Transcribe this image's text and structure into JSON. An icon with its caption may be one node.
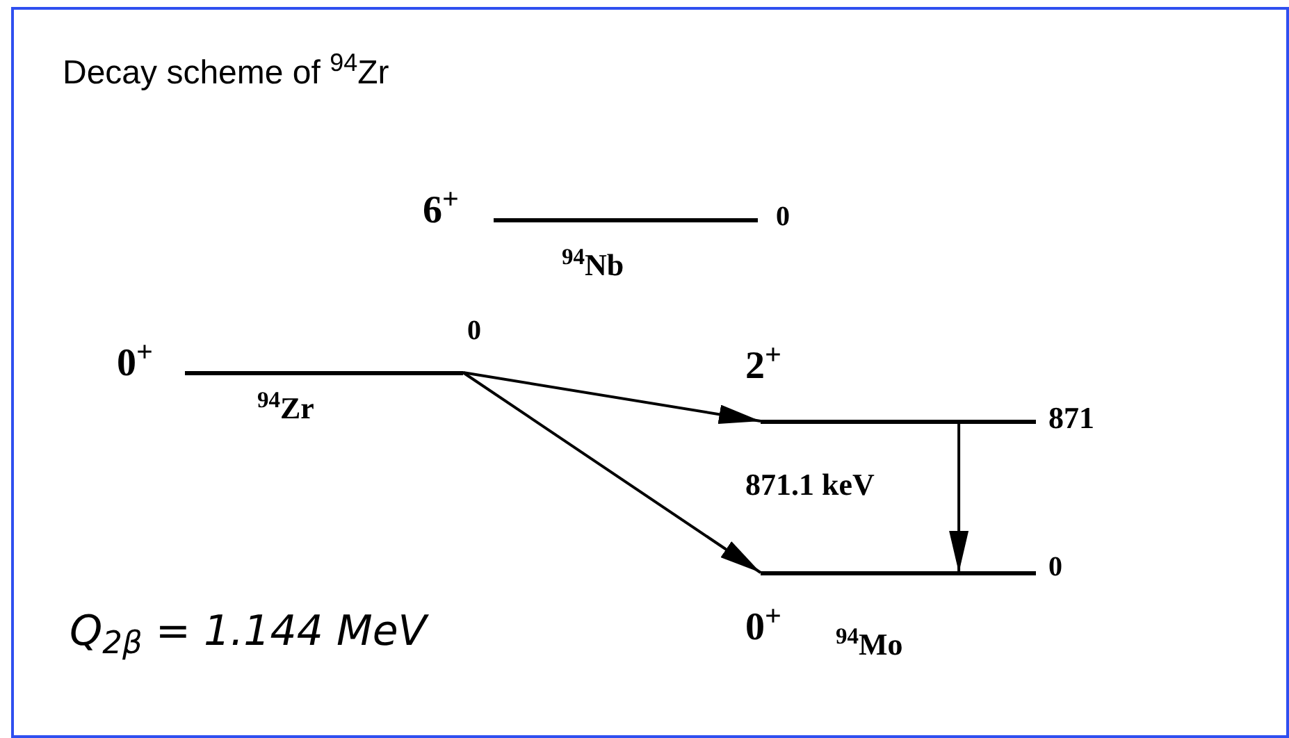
{
  "diagram": {
    "title": "Decay scheme of $^{94}$Zr",
    "nodes": [
      {
        "text": [],
        "shape": "bar",
        "beside": [
          "6$^{+}$",
          "0",
          "$^{94}$Nb"
        ]
      },
      {
        "text": [],
        "shape": "bar",
        "beside": [
          "0$^{+}$",
          "0",
          "$^{94}$Zr"
        ]
      },
      {
        "text": [],
        "shape": "bar",
        "beside": [
          "2$^{+}$",
          "871"
        ]
      },
      {
        "text": [],
        "shape": "bar",
        "beside": [
          "0$^{+}$",
          "0",
          "$^{94}$Mo"
        ]
      }
    ],
    "edges": [
      {
        "from": 1,
        "to": 2,
        "arrow": "to"
      },
      {
        "from": 1,
        "to": 3,
        "arrow": "to"
      },
      {
        "from": 2,
        "to": 3,
        "arrow": "to",
        "label": "871.1 keV"
      }
    ],
    "labels": [
      "Q$_{2β}$ = 1.144 MeV"
    ]
  }
}
